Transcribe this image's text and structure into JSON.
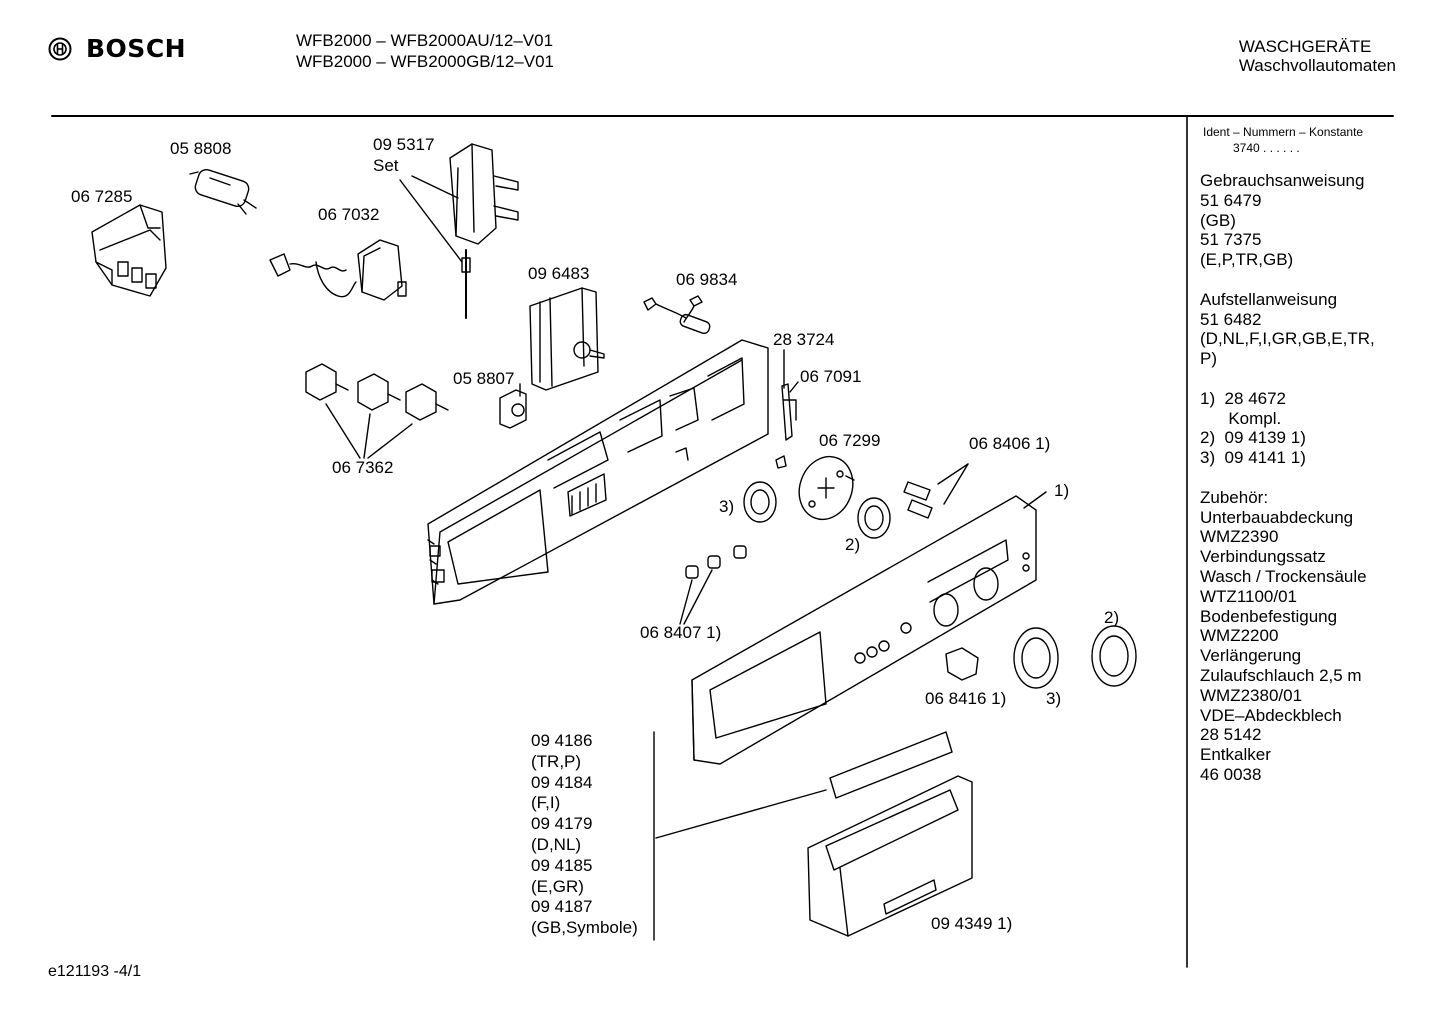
{
  "header": {
    "brand": "BOSCH",
    "model_lines": [
      "WFB2000 – WFB2000AU/12–V01",
      "WFB2000 – WFB2000GB/12–V01"
    ],
    "category_title": "WASCHGERÄTE",
    "category_subtitle": "Waschvollautomaten"
  },
  "parts": {
    "p058808": "05 8808",
    "p067285": "06 7285",
    "p095317": "09 5317",
    "p095317_set": "Set",
    "p067032": "06 7032",
    "p096483": "09 6483",
    "p069834": "06 9834",
    "p283724": "28 3724",
    "p067091": "06 7091",
    "p058807": "05 8807",
    "p067362": "06 7362",
    "p067299": "06 7299",
    "p068406": "06 8406 1)",
    "ref1": "1)",
    "ref3a": "3)",
    "ref2a": "2)",
    "p068407": "06 8407 1)",
    "ref2b": "2)",
    "p068416": "06 8416 1)",
    "ref3b": "3)",
    "p094349": "09 4349 1)",
    "panel_labels": [
      "09 4186",
      "(TR,P)",
      "09 4184",
      "(F,I)",
      "09 4179",
      "(D,NL)",
      "09 4185",
      "(E,GR)",
      "09 4187",
      "(GB,Symbole)"
    ]
  },
  "sidebar": {
    "ident_title": "Ident – Nummern – Konstante",
    "ident_value": "3740  .  .     .  .  .  .",
    "lines": [
      "Gebrauchsanweisung",
      "51 6479",
      "(GB)",
      "51 7375",
      "(E,P,TR,GB)",
      "",
      "Aufstellanweisung",
      "51 6482",
      "(D,NL,F,I,GR,GB,E,TR,",
      "P)",
      "",
      "1)  28 4672",
      "      Kompl.",
      "2)  09 4139 1)",
      "3)  09 4141 1)",
      "",
      "Zubehör:",
      "Unterbauabdeckung",
      "WMZ2390",
      "Verbindungssatz",
      "Wasch / Trockensäule",
      "WTZ1100/01",
      "Bodenbefestigung",
      "WMZ2200",
      "Verlängerung",
      "Zulaufschlauch 2,5 m",
      "WMZ2380/01",
      "VDE–Abdeckblech",
      "28 5142",
      "Entkalker",
      "46 0038"
    ]
  },
  "footer": {
    "code": "e121193 -4/1"
  }
}
